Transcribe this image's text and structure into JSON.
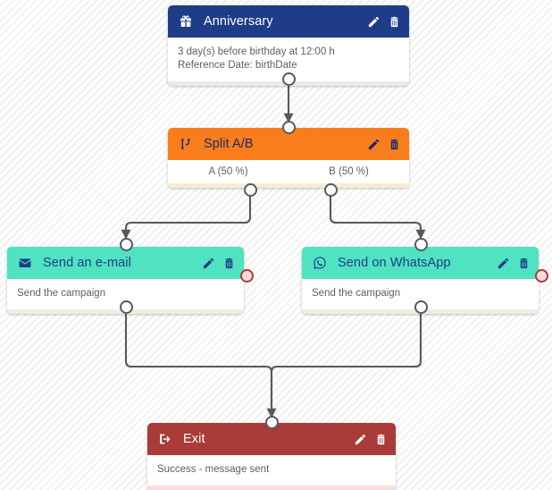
{
  "canvas": {
    "background_color": "#ffffff",
    "hatch_color": "#f0f0f2",
    "connector_color": "#555a5e"
  },
  "nodes": [
    {
      "id": "anniversary",
      "title": "Anniversary",
      "icon": "gift-icon",
      "header_color": "#1f3c88",
      "header_text_color": "#ffffff",
      "footer_color": "#e9e9f1",
      "body_lines": [
        "3 day(s) before birthday at 12:00 h",
        "Reference Date: birthDate"
      ],
      "actions": {
        "edit": "pencil-icon",
        "delete": "trash-icon"
      }
    },
    {
      "id": "split",
      "title": "Split A/B",
      "icon": "branch-icon",
      "header_color": "#f97d1c",
      "header_text_color": "#1b2a6b",
      "footer_color": "#fdead4",
      "branches": [
        {
          "label": "A (50 %)"
        },
        {
          "label": "B (50 %)"
        }
      ],
      "actions": {
        "edit": "pencil-icon",
        "delete": "trash-icon"
      }
    },
    {
      "id": "send-email",
      "title": "Send an e-mail",
      "icon": "envelope-icon",
      "header_color": "#4fe3c1",
      "header_text_color": "#1f3c88",
      "footer_color": "#edf0e1",
      "body_lines": [
        "Send the campaign"
      ],
      "actions": {
        "edit": "pencil-icon",
        "delete": "trash-icon"
      },
      "error_port": true
    },
    {
      "id": "send-whatsapp",
      "title": "Send on WhatsApp",
      "icon": "whatsapp-icon",
      "header_color": "#4fe3c1",
      "header_text_color": "#1f3c88",
      "footer_color": "#edf0e1",
      "body_lines": [
        "Send the campaign"
      ],
      "actions": {
        "edit": "pencil-icon",
        "delete": "trash-icon"
      },
      "error_port": true
    },
    {
      "id": "exit",
      "title": "Exit",
      "icon": "exit-icon",
      "header_color": "#a93b38",
      "header_text_color": "#ffffff",
      "footer_color": "#f9dcdc",
      "body_lines": [
        "Success - message sent"
      ],
      "actions": {
        "edit": "pencil-icon",
        "delete": "trash-icon"
      }
    }
  ]
}
